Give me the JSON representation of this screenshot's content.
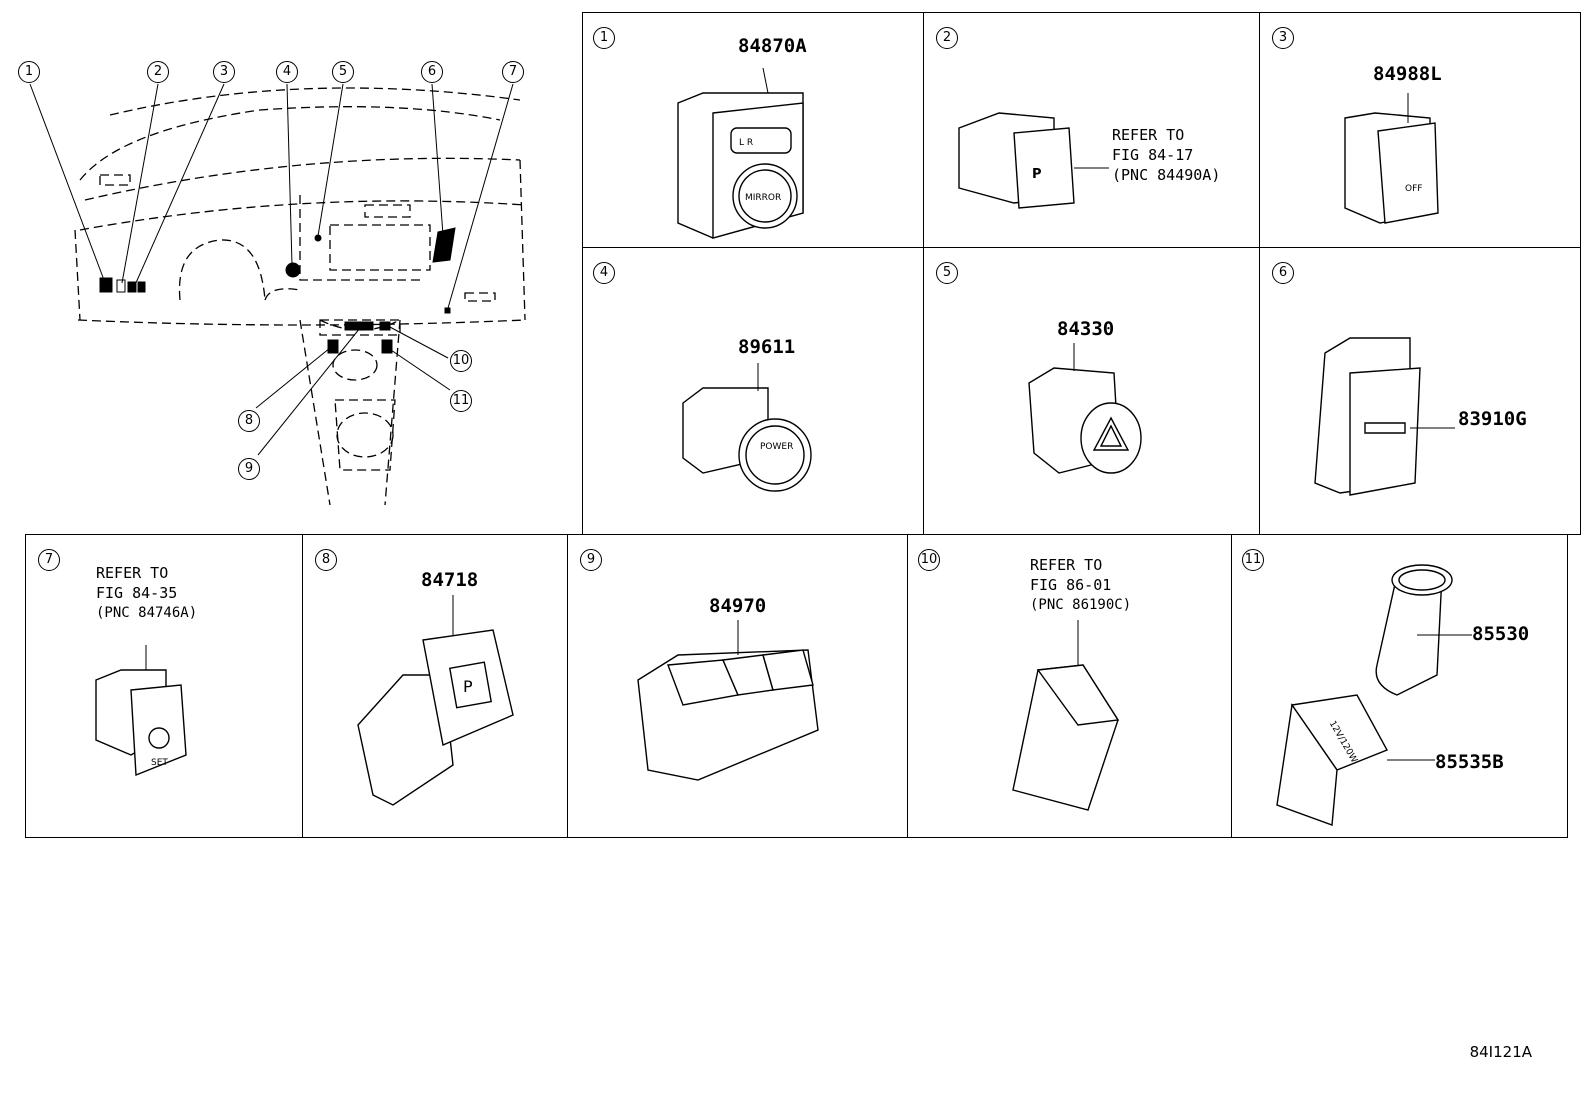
{
  "overview": {
    "callouts": [
      "1",
      "2",
      "3",
      "4",
      "5",
      "6",
      "7",
      "8",
      "9",
      "10",
      "11"
    ]
  },
  "cells": [
    {
      "num": "1",
      "part": "84870A",
      "button_text": "MIRROR",
      "lr_text": "L  R"
    },
    {
      "num": "2",
      "refer": [
        "REFER TO",
        "FIG 84-17",
        "(PNC 84490A)"
      ]
    },
    {
      "num": "3",
      "part": "84988L",
      "button_text": "OFF"
    },
    {
      "num": "4",
      "part": "89611",
      "button_text": "POWER"
    },
    {
      "num": "5",
      "part": "84330"
    },
    {
      "num": "6",
      "part": "83910G"
    },
    {
      "num": "7",
      "refer": [
        "REFER TO",
        "FIG 84-35",
        "(PNC 84746A)"
      ],
      "button_text": "SET"
    },
    {
      "num": "8",
      "part": "84718",
      "button_text": "P"
    },
    {
      "num": "9",
      "part": "84970"
    },
    {
      "num": "10",
      "refer": [
        "REFER TO",
        "FIG 86-01",
        "(PNC 86190C)"
      ]
    },
    {
      "num": "11",
      "parts": [
        "85530",
        "85535B"
      ],
      "button_text": "12V/120W"
    }
  ],
  "figure_code": "84I121A"
}
